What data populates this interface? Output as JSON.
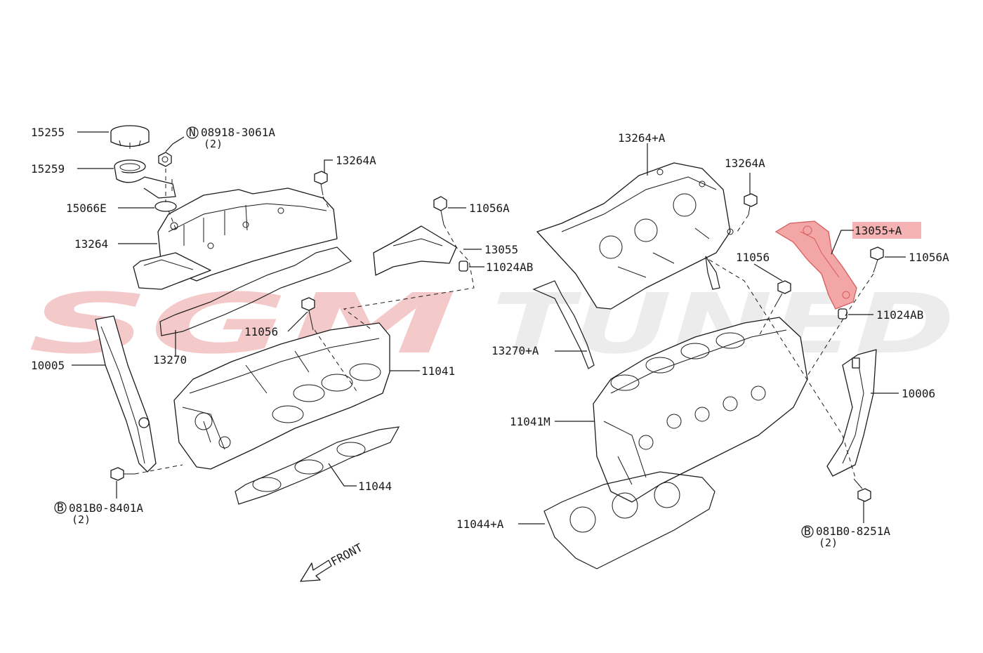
{
  "watermark": {
    "left": "SGM",
    "right": "TUNED",
    "left_color": "#f3c9c9",
    "right_color": "#ececec"
  },
  "colors": {
    "line": "#1a1a1a",
    "highlight_fill": "#f2a6a6",
    "highlight_stroke": "#d85b5b",
    "highlight_label_bg": "#f6b3b3"
  },
  "labels": {
    "p15255": "15255",
    "n08918": "08918-3061A",
    "n08918_prefix": "N",
    "n08918_qty": "(2)",
    "p15259": "15259",
    "p13264A_left": "13264A",
    "p15066E": "15066E",
    "p13264": "13264",
    "p11056A_left": "11056A",
    "p13055": "13055",
    "p11024AB_left": "11024AB",
    "p11056_left": "11056",
    "p13270": "13270",
    "p10005": "10005",
    "p11041": "11041",
    "p11044": "11044",
    "b081B0_8401A": "081B0-8401A",
    "b081B0_8401A_prefix": "B",
    "b081B0_8401A_qty": "(2)",
    "front": "FRONT",
    "p13264A_plus": "13264+A",
    "p13264A_right": "13264A",
    "p13055A": "13055+A",
    "p11056_right": "11056",
    "p11056A_right": "11056A",
    "p11024AB_right": "11024AB",
    "p13270A": "13270+A",
    "p10006": "10006",
    "p11041M": "11041M",
    "p11044A": "11044+A",
    "b081B0_8251A": "081B0-8251A",
    "b081B0_8251A_prefix": "B",
    "b081B0_8251A_qty": "(2)"
  }
}
